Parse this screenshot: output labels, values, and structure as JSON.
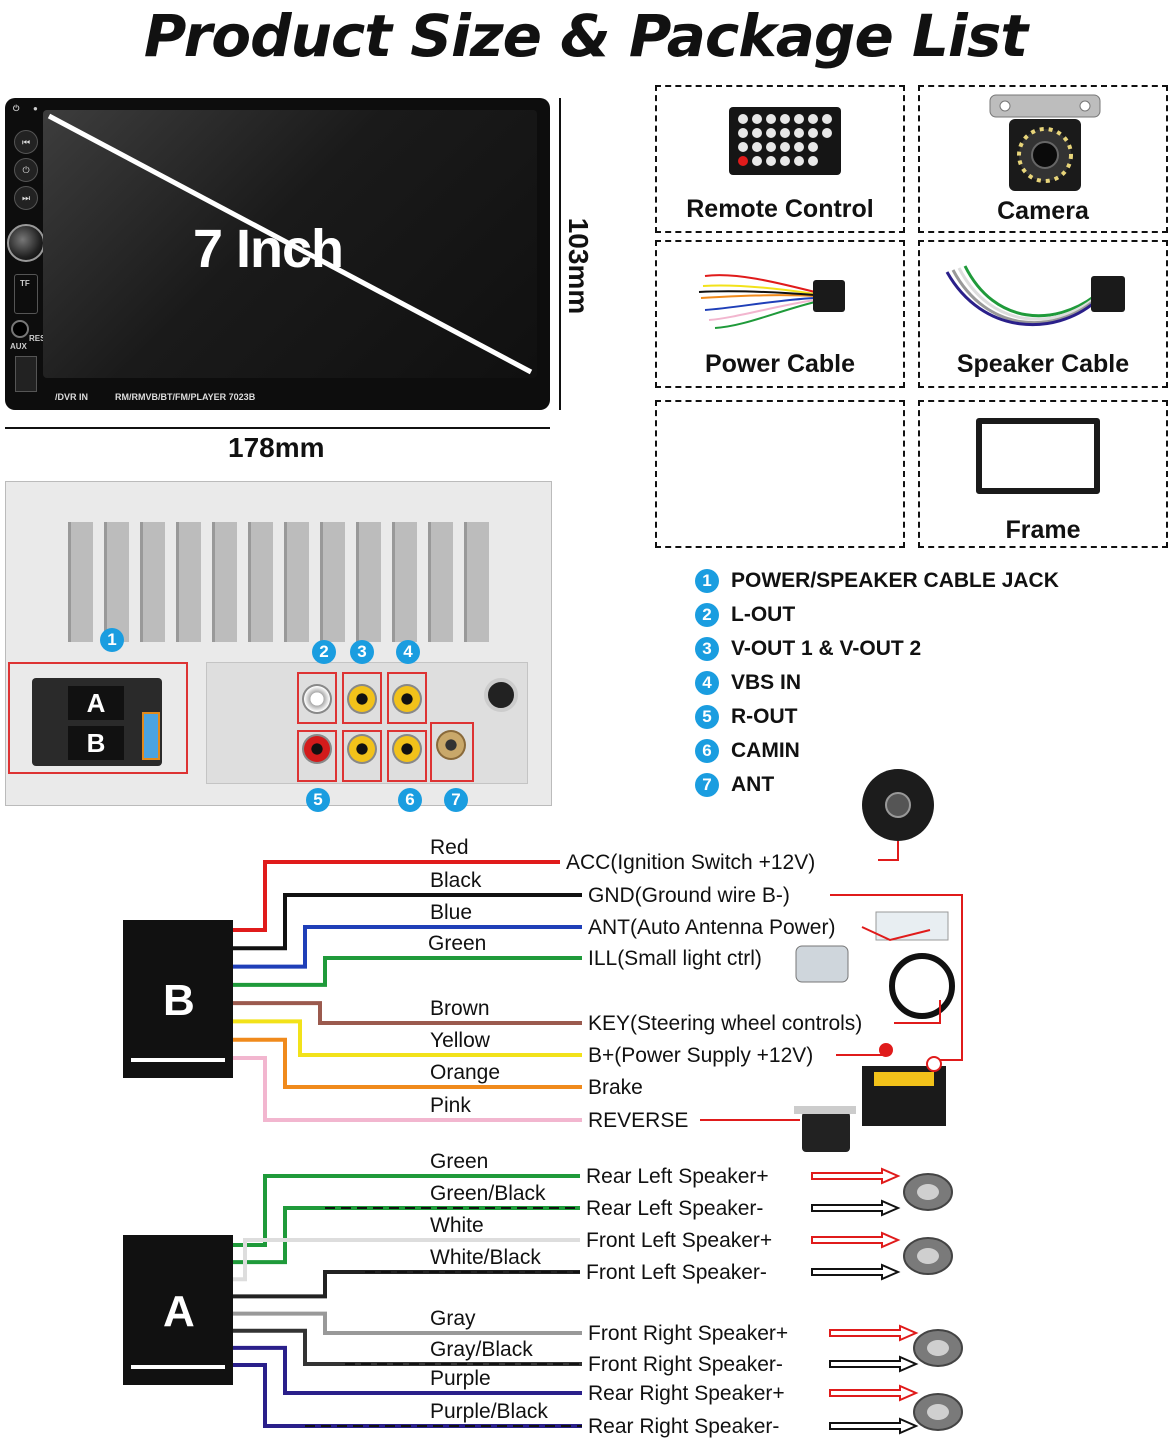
{
  "title": "Product Size & Package List",
  "front_panel": {
    "screen_label": "7 Inch",
    "model_text": "RM/RMVB/BT/FM/PLAYER  7023B",
    "dvr_text": "/DVR IN",
    "aux_text": "AUX",
    "res_text": "RES",
    "tf_text": "TF"
  },
  "dimensions": {
    "width": "178mm",
    "height": "103mm"
  },
  "package": [
    {
      "label": "Remote Control",
      "icon": "remote-control-icon"
    },
    {
      "label": "Camera",
      "icon": "camera-icon"
    },
    {
      "label": "Power Cable",
      "icon": "power-cable-icon"
    },
    {
      "label": "Speaker Cable",
      "icon": "speaker-cable-icon"
    },
    {
      "label": "",
      "icon": ""
    },
    {
      "label": "Frame",
      "icon": "frame-icon"
    }
  ],
  "rear_panel": {
    "connector_a": "A",
    "connector_b": "B",
    "callouts": [
      "1",
      "2",
      "3",
      "4",
      "5",
      "6",
      "7"
    ]
  },
  "legend": [
    {
      "num": "1",
      "label": "POWER/SPEAKER CABLE JACK"
    },
    {
      "num": "2",
      "label": "L-OUT"
    },
    {
      "num": "3",
      "label": "V-OUT 1 & V-OUT 2"
    },
    {
      "num": "4",
      "label": "VBS IN"
    },
    {
      "num": "5",
      "label": "R-OUT"
    },
    {
      "num": "6",
      "label": "CAMIN"
    },
    {
      "num": "7",
      "label": "ANT"
    }
  ],
  "wiring": {
    "connector_b": {
      "letter": "B",
      "wires": [
        {
          "color_name": "Red",
          "hex": "#e01b1b",
          "function": "ACC(Ignition Switch +12V)"
        },
        {
          "color_name": "Black",
          "hex": "#111111",
          "function": "GND(Ground wire B-)"
        },
        {
          "color_name": "Blue",
          "hex": "#1f3fb8",
          "function": "ANT(Auto Antenna Power)"
        },
        {
          "color_name": "Green",
          "hex": "#1f9a3a",
          "function": "ILL(Small light ctrl)"
        },
        {
          "color_name": "Brown",
          "hex": "#9b5a4e",
          "function": "KEY(Steering wheel controls)"
        },
        {
          "color_name": "Yellow",
          "hex": "#f2e21a",
          "function": "B+(Power Supply +12V)"
        },
        {
          "color_name": "Orange",
          "hex": "#f08a1c",
          "function": "Brake"
        },
        {
          "color_name": "Pink",
          "hex": "#f2b6cf",
          "function": "REVERSE"
        }
      ]
    },
    "connector_a": {
      "letter": "A",
      "wires": [
        {
          "color_name": "Green",
          "hex": "#1f9a3a",
          "function": "Rear Left Speaker+"
        },
        {
          "color_name": "Green/Black",
          "hex": "#1f9a3a",
          "function": "Rear Left Speaker-"
        },
        {
          "color_name": "White",
          "hex": "#dddddd",
          "function": "Front Left Speaker+"
        },
        {
          "color_name": "White/Black",
          "hex": "#222222",
          "function": "Front Left Speaker-"
        },
        {
          "color_name": "Gray",
          "hex": "#999999",
          "function": "Front Right Speaker+"
        },
        {
          "color_name": "Gray/Black",
          "hex": "#333333",
          "function": "Front Right Speaker-"
        },
        {
          "color_name": "Purple",
          "hex": "#2a1f8a",
          "function": "Rear Right Speaker+"
        },
        {
          "color_name": "Purple/Black",
          "hex": "#2a1f8a",
          "function": "Rear Right Speaker-"
        }
      ]
    },
    "accent_red": "#e01b1b"
  }
}
